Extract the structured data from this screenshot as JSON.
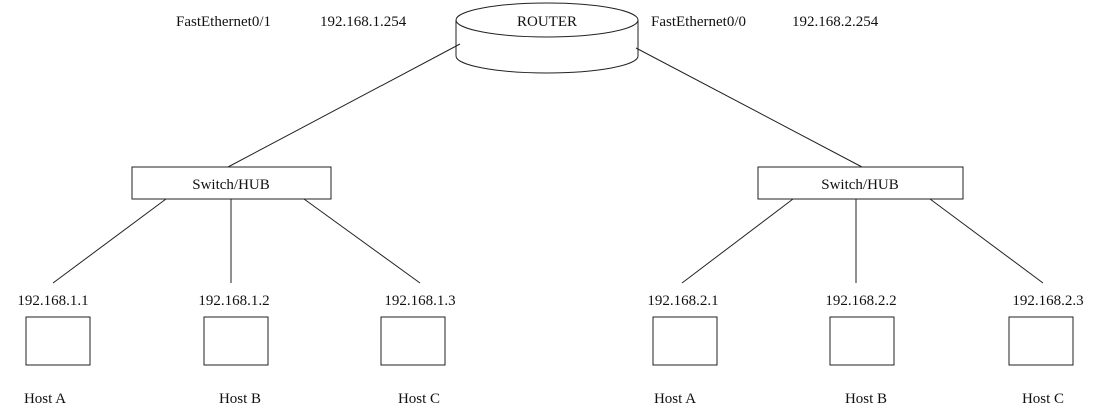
{
  "router": {
    "label": "ROUTER",
    "left_interface": {
      "name": "FastEthernet0/1",
      "ip": "192.168.1.254"
    },
    "right_interface": {
      "name": "FastEthernet0/0",
      "ip": "192.168.2.254"
    }
  },
  "networks": [
    {
      "switch_label": "Switch/HUB",
      "hosts": [
        {
          "ip": "192.168.1.1",
          "name": "Host A"
        },
        {
          "ip": "192.168.1.2",
          "name": "Host B"
        },
        {
          "ip": "192.168.1.3",
          "name": "Host C"
        }
      ]
    },
    {
      "switch_label": "Switch/HUB",
      "hosts": [
        {
          "ip": "192.168.2.1",
          "name": "Host A"
        },
        {
          "ip": "192.168.2.2",
          "name": "Host B"
        },
        {
          "ip": "192.168.2.3",
          "name": "Host C"
        }
      ]
    }
  ]
}
